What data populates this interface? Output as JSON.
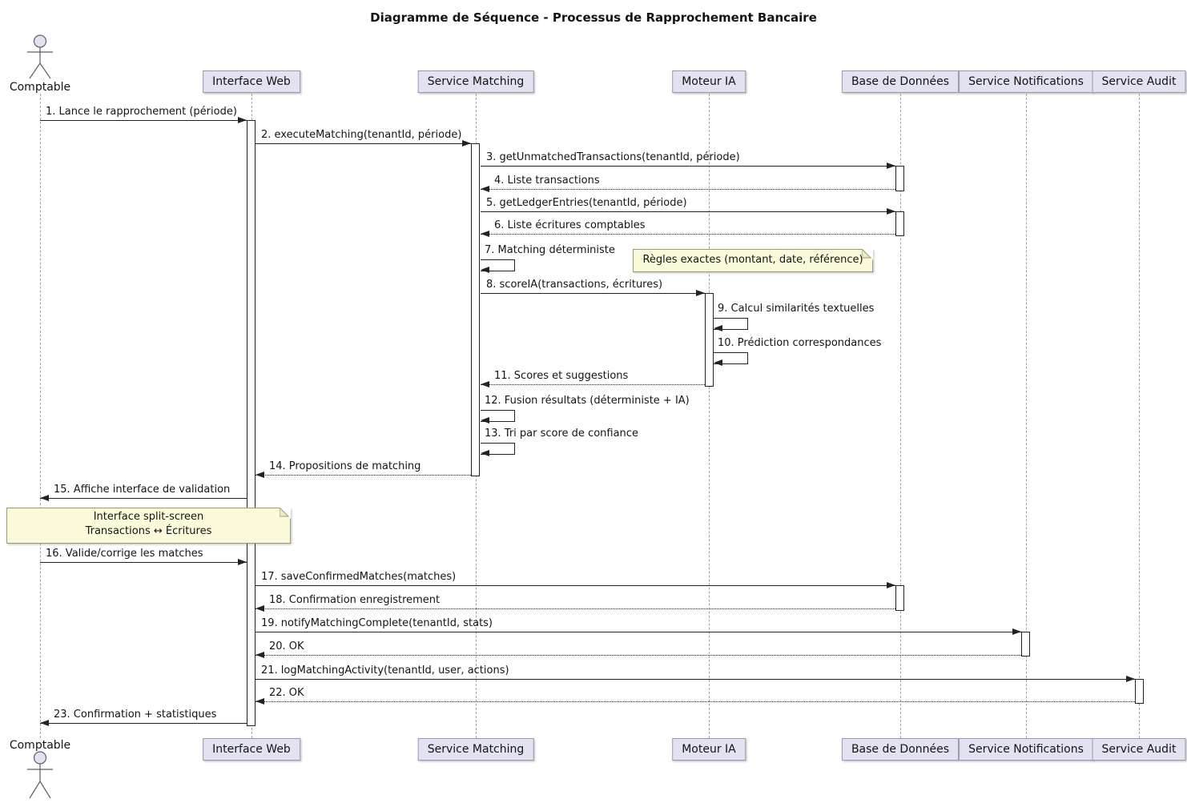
{
  "title": "Diagramme de Séquence - Processus de Rapprochement Bancaire",
  "actor": {
    "label": "Comptable"
  },
  "participants": [
    {
      "id": "web",
      "label": "Interface Web"
    },
    {
      "id": "matching",
      "label": "Service Matching"
    },
    {
      "id": "ia",
      "label": "Moteur IA"
    },
    {
      "id": "db",
      "label": "Base de Données"
    },
    {
      "id": "notif",
      "label": "Service Notifications"
    },
    {
      "id": "audit",
      "label": "Service Audit"
    }
  ],
  "messages": [
    {
      "num": 1,
      "label": "1. Lance le rapprochement (période)",
      "from": "comptable",
      "to": "web",
      "kind": "solid"
    },
    {
      "num": 2,
      "label": "2. executeMatching(tenantId, période)",
      "from": "web",
      "to": "matching",
      "kind": "solid"
    },
    {
      "num": 3,
      "label": "3. getUnmatchedTransactions(tenantId, période)",
      "from": "matching",
      "to": "db",
      "kind": "solid"
    },
    {
      "num": 4,
      "label": "4. Liste transactions",
      "from": "db",
      "to": "matching",
      "kind": "return"
    },
    {
      "num": 5,
      "label": "5. getLedgerEntries(tenantId, période)",
      "from": "matching",
      "to": "db",
      "kind": "solid"
    },
    {
      "num": 6,
      "label": "6. Liste écritures comptables",
      "from": "db",
      "to": "matching",
      "kind": "return"
    },
    {
      "num": 7,
      "label": "7. Matching déterministe",
      "from": "matching",
      "to": "matching",
      "kind": "self"
    },
    {
      "num": 8,
      "label": "8. scoreIA(transactions, écritures)",
      "from": "matching",
      "to": "ia",
      "kind": "solid"
    },
    {
      "num": 9,
      "label": "9. Calcul similarités textuelles",
      "from": "ia",
      "to": "ia",
      "kind": "self"
    },
    {
      "num": 10,
      "label": "10. Prédiction correspondances",
      "from": "ia",
      "to": "ia",
      "kind": "self"
    },
    {
      "num": 11,
      "label": "11. Scores et suggestions",
      "from": "ia",
      "to": "matching",
      "kind": "return"
    },
    {
      "num": 12,
      "label": "12. Fusion résultats (déterministe + IA)",
      "from": "matching",
      "to": "matching",
      "kind": "self"
    },
    {
      "num": 13,
      "label": "13. Tri par score de confiance",
      "from": "matching",
      "to": "matching",
      "kind": "self"
    },
    {
      "num": 14,
      "label": "14. Propositions de matching",
      "from": "matching",
      "to": "web",
      "kind": "return"
    },
    {
      "num": 15,
      "label": "15. Affiche interface de validation",
      "from": "web",
      "to": "comptable",
      "kind": "solid"
    },
    {
      "num": 16,
      "label": "16. Valide/corrige les matches",
      "from": "comptable",
      "to": "web",
      "kind": "solid"
    },
    {
      "num": 17,
      "label": "17. saveConfirmedMatches(matches)",
      "from": "web",
      "to": "db",
      "kind": "solid"
    },
    {
      "num": 18,
      "label": "18. Confirmation enregistrement",
      "from": "db",
      "to": "web",
      "kind": "return"
    },
    {
      "num": 19,
      "label": "19. notifyMatchingComplete(tenantId, stats)",
      "from": "web",
      "to": "notif",
      "kind": "solid"
    },
    {
      "num": 20,
      "label": "20. OK",
      "from": "notif",
      "to": "web",
      "kind": "return"
    },
    {
      "num": 21,
      "label": "21. logMatchingActivity(tenantId, user, actions)",
      "from": "web",
      "to": "audit",
      "kind": "solid"
    },
    {
      "num": 22,
      "label": "22. OK",
      "from": "audit",
      "to": "web",
      "kind": "return"
    },
    {
      "num": 23,
      "label": "23. Confirmation + statistiques",
      "from": "web",
      "to": "comptable",
      "kind": "solid"
    }
  ],
  "notes": [
    {
      "lines": [
        "Règles exactes (montant, date, référence)"
      ]
    },
    {
      "lines": [
        "Interface split-screen",
        "Transactions ↔ Écritures"
      ]
    }
  ],
  "colors": {
    "participant_fill": "#E2E2F0",
    "note_fill": "#FBFBDC",
    "line": "#232323"
  }
}
